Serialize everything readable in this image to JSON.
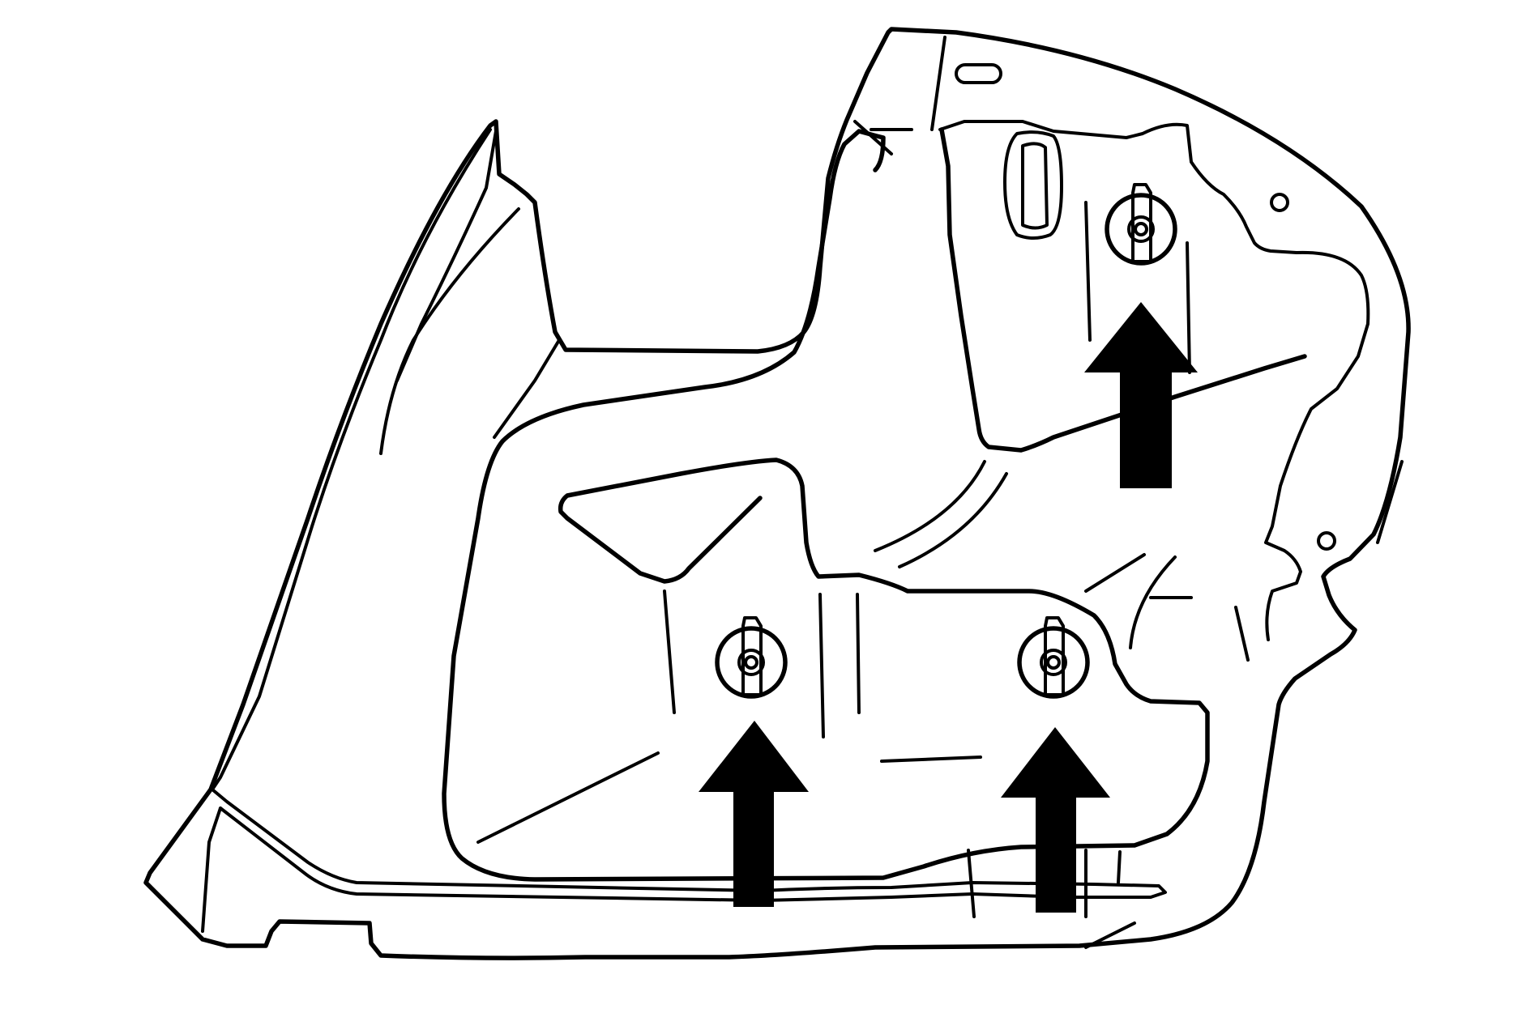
{
  "diagram": {
    "line_color": "#000000",
    "background_color": "#ffffff",
    "components": [
      {
        "id": "panel",
        "kind": "trim-panel"
      },
      {
        "id": "fastener-upper-right",
        "kind": "push-pin-retainer"
      },
      {
        "id": "fastener-lower-left",
        "kind": "push-pin-retainer"
      },
      {
        "id": "fastener-lower-center",
        "kind": "push-pin-retainer"
      }
    ],
    "arrows": [
      {
        "target": "fastener-upper-right",
        "direction": "up",
        "icon": "arrow-up-icon"
      },
      {
        "target": "fastener-lower-left",
        "direction": "up",
        "icon": "arrow-up-icon"
      },
      {
        "target": "fastener-lower-center",
        "direction": "up",
        "icon": "arrow-up-icon"
      }
    ]
  }
}
